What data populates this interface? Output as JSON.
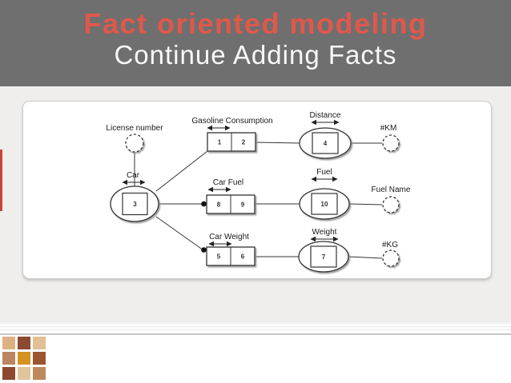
{
  "slide": {
    "title": "Fact oriented modeling",
    "subtitle": "Continue Adding Facts",
    "header_background": "#6f6f6f",
    "title_color": "#e0584b",
    "subtitle_color": "#f8f8f8",
    "page_background": "#efeeec",
    "accent_line_color": "#c6473a"
  },
  "diagram": {
    "object_labels": {
      "license_number": "License number",
      "gasoline_consumption": "Gasoline Consumption",
      "distance": "Distance",
      "km": "#KM",
      "car": "Car",
      "car_fuel": "Car Fuel",
      "fuel": "Fuel",
      "fuel_name": "Fuel Name",
      "car_weight": "Car Weight",
      "weight": "Weight",
      "kg": "#KG"
    },
    "role_numbers": {
      "gasoline": [
        "1",
        "2"
      ],
      "car_ref": "3",
      "distance_ref": "4",
      "car_fuel": [
        "8",
        "9"
      ],
      "fuel_ref": "10",
      "car_weight": [
        "5",
        "6"
      ],
      "weight_ref": "7"
    }
  },
  "logo": {
    "colors": [
      [
        "#ddb282",
        "#8c4a31",
        "#e2c093"
      ],
      [
        "#b9875f",
        "#d69325",
        "#9c5531"
      ],
      [
        "#8d4a30",
        "#e0c49c",
        "#bd8a5c"
      ]
    ]
  }
}
